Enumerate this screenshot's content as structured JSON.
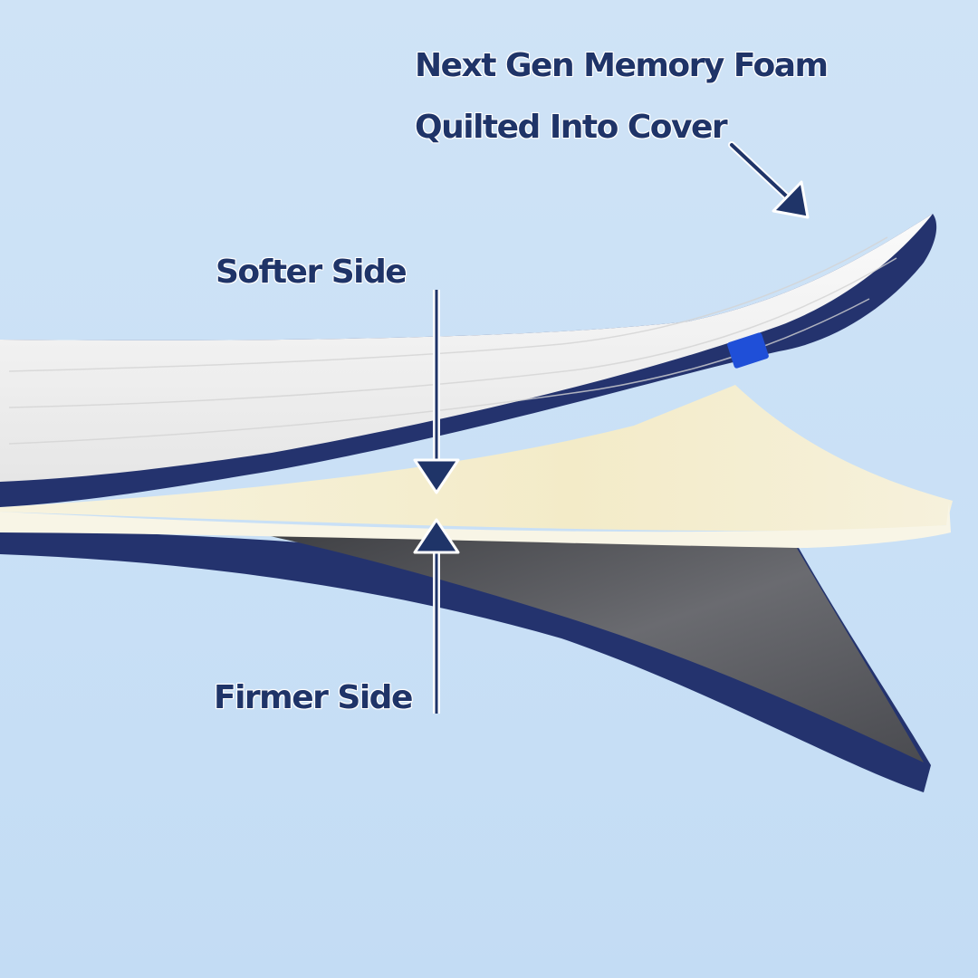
{
  "callouts": {
    "headline_line1": "Next Gen Memory Foam",
    "headline_line2": "Quilted Into Cover",
    "softer_side": "Softer Side",
    "firmer_side": "Firmer Side"
  },
  "colors": {
    "background": "#cfe3f6",
    "navy": "#1f3468",
    "cover_white": "#f3f3f3",
    "foam_cream": "#f4efcf",
    "underside_grey": "#4f5054",
    "edge_navy": "#24336e",
    "tag_blue": "#1f4fd8"
  }
}
